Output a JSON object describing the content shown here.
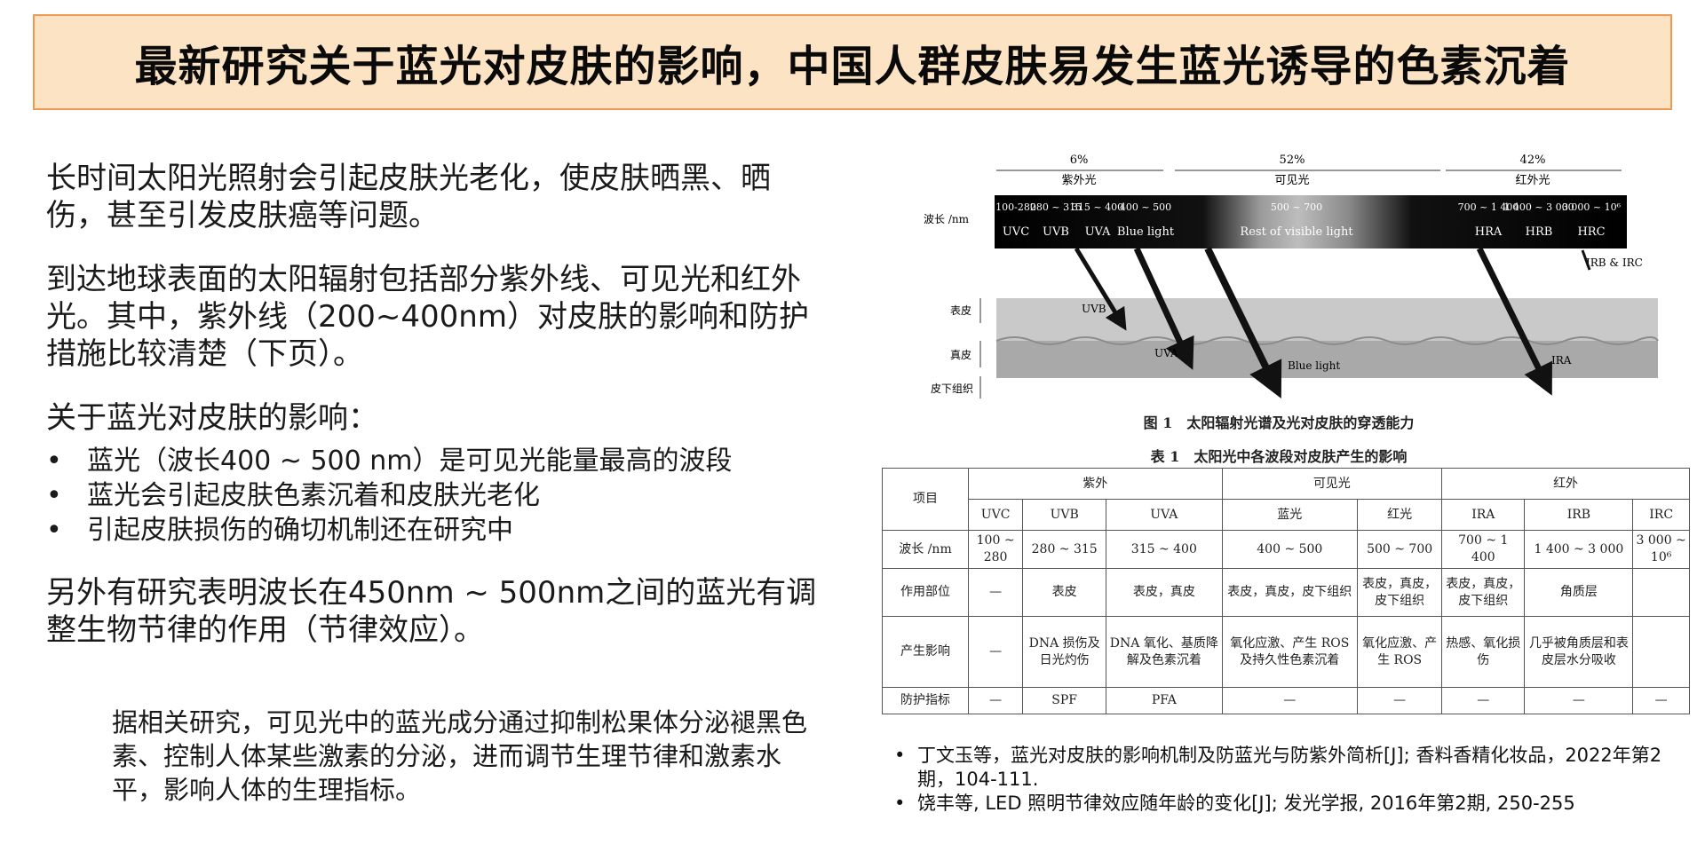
{
  "title": "最新研究关于蓝光对皮肤的影响，中国人群皮肤易发生蓝光诱导的色素沉着",
  "left": {
    "p1": "长时间太阳光照射会引起皮肤光老化，使皮肤晒黑、晒伤，甚至引发皮肤癌等问题。",
    "p2": "到达地球表面的太阳辐射包括部分紫外线、可见光和红外光。其中，紫外线（200~400nm）对皮肤的影响和防护措施比较清楚（下页）。",
    "p3": "关于蓝光对皮肤的影响：",
    "bullets": [
      "蓝光（波长400 ~ 500 nm）是可见光能量最高的波段",
      "蓝光会引起皮肤色素沉着和皮肤光老化",
      "引起皮肤损伤的确切机制还在研究中"
    ],
    "p4": "另外有研究表明波长在450nm ~ 500nm之间的蓝光有调整生物节律的作用（节律效应）。",
    "p5": "据相关研究，可见光中的蓝光成分通过抑制松果体分泌褪黑色素、控制人体某些激素的分泌，进而调节生理节律和激素水平，影响人体的生理指标。"
  },
  "figure": {
    "pct": [
      "6%",
      "52%",
      "42%"
    ],
    "groups": [
      "紫外光",
      "可见光",
      "红外光"
    ],
    "wl_label": "波长 /nm",
    "ranges": [
      "100-280",
      "280 ~ 315",
      "315 ~ 400",
      "400 ~ 500",
      "500 ~ 700",
      "700 ~ 1 400",
      "1 400 ~ 3 000",
      "3 000 ~ 10⁶"
    ],
    "bands": [
      "UVC",
      "UVB",
      "UVA",
      "Blue light",
      "Rest of visible light",
      "HRA",
      "HRB",
      "HRC"
    ],
    "irb": "IRB & IRC",
    "layers": [
      "表皮",
      "真皮",
      "皮下组织"
    ],
    "arrow_labels": [
      "UVB",
      "UVA",
      "Blue light",
      "IRA"
    ],
    "caption": "图 1　太阳辐射光谱及光对皮肤的穿透能力"
  },
  "table": {
    "caption": "表 1　太阳光中各波段对皮肤产生的影响",
    "item": "项目",
    "groups": [
      "紫外",
      "可见光",
      "红外"
    ],
    "cols": [
      "UVC",
      "UVB",
      "UVA",
      "蓝光",
      "红光",
      "IRA",
      "IRB",
      "IRC"
    ],
    "rows": [
      {
        "label": "波长 /nm",
        "cells": [
          "100 ~ 280",
          "280 ~ 315",
          "315 ~ 400",
          "400 ~ 500",
          "500 ~ 700",
          "700 ~ 1 400",
          "1 400 ~ 3 000",
          "3 000 ~ 10⁶"
        ]
      },
      {
        "label": "作用部位",
        "cells": [
          "—",
          "表皮",
          "表皮，真皮",
          "表皮，真皮，皮下组织",
          "表皮，真皮，皮下组织",
          "表皮，真皮，皮下组织",
          "角质层",
          ""
        ]
      },
      {
        "label": "产生影响",
        "cells": [
          "—",
          "DNA 损伤及日光灼伤",
          "DNA 氧化、基质降解及色素沉着",
          "氧化应激、产生 ROS 及持久性色素沉着",
          "氧化应激、产生 ROS",
          "热感、氧化损伤",
          "几乎被角质层和表皮层水分吸收",
          ""
        ]
      },
      {
        "label": "防护指标",
        "cells": [
          "—",
          "SPF",
          "PFA",
          "—",
          "—",
          "—",
          "—",
          "—"
        ]
      }
    ]
  },
  "refs": [
    "丁文玉等，蓝光对皮肤的影响机制及防蓝光与防紫外简析[J]; 香料香精化妆品，2022年第2期，104-111.",
    "饶丰等, LED 照明节律效应随年龄的变化[J]; 发光学报, 2016年第2期, 250-255"
  ]
}
